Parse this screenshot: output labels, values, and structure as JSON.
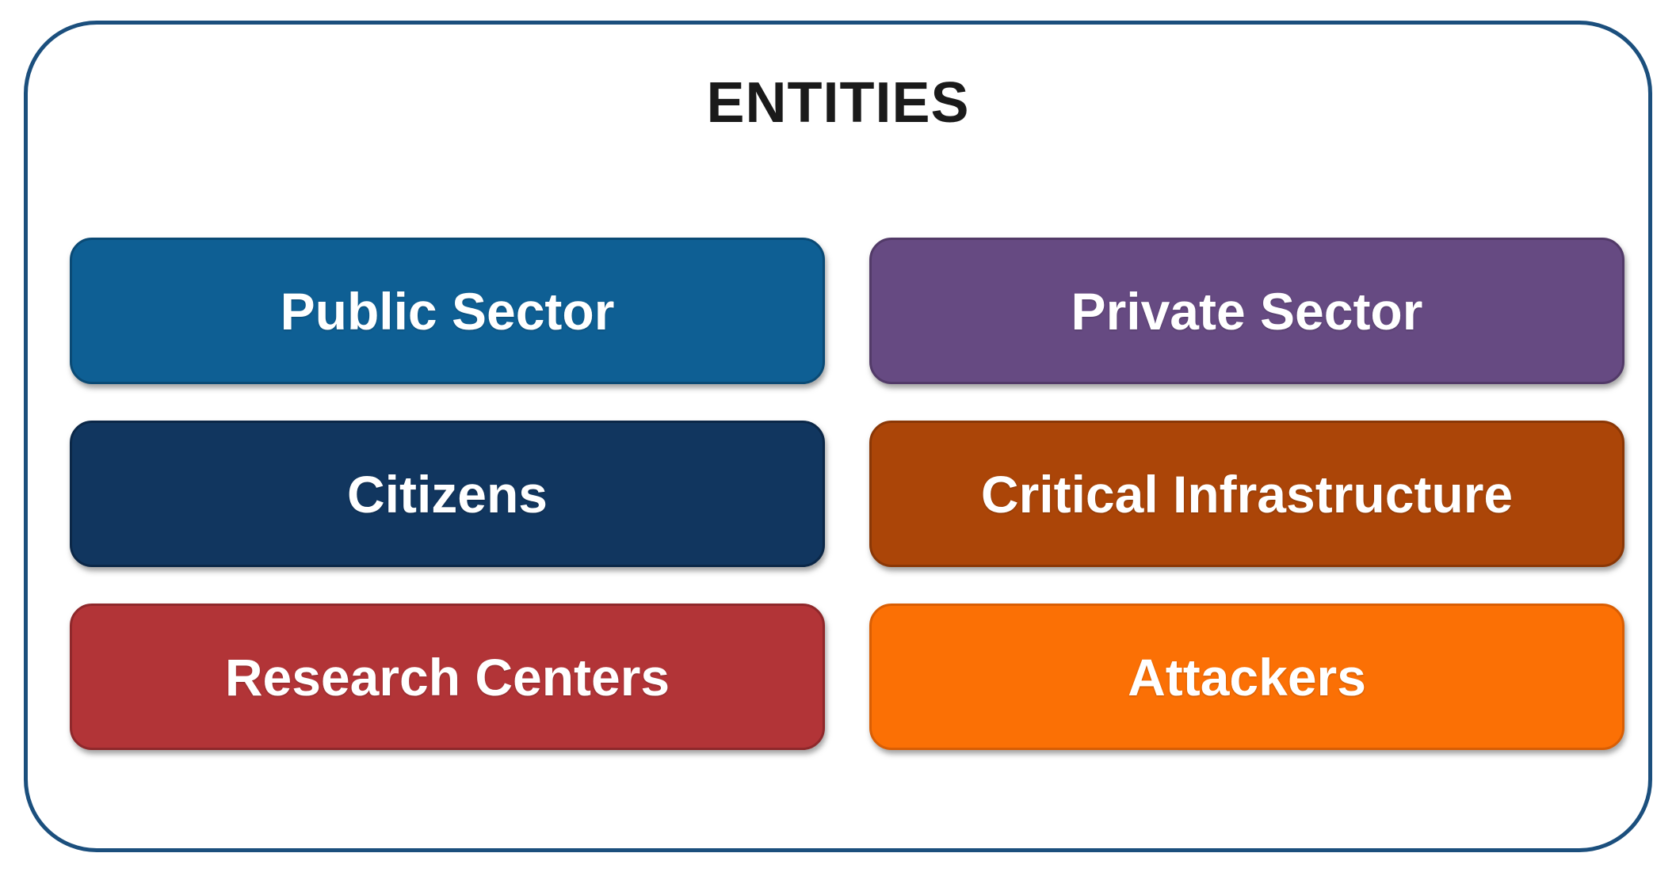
{
  "diagram": {
    "title": "ENTITIES",
    "title_color": "#1a1a1a",
    "frame_border_color": "#1b4f7d",
    "background_color": "#ffffff",
    "label_text_color": "#ffffff",
    "boxes": [
      {
        "label": "Public Sector",
        "color": "#0e5f94",
        "border": "#0a4a75"
      },
      {
        "label": "Private Sector",
        "color": "#664a82",
        "border": "#523a68"
      },
      {
        "label": "Citizens",
        "color": "#11365f",
        "border": "#0b2747"
      },
      {
        "label": "Critical Infrastructure",
        "color": "#ab4508",
        "border": "#8a3706"
      },
      {
        "label": "Research Centers",
        "color": "#b23437",
        "border": "#8f282b"
      },
      {
        "label": "Attackers",
        "color": "#fb7005",
        "border": "#d95e04"
      }
    ]
  }
}
